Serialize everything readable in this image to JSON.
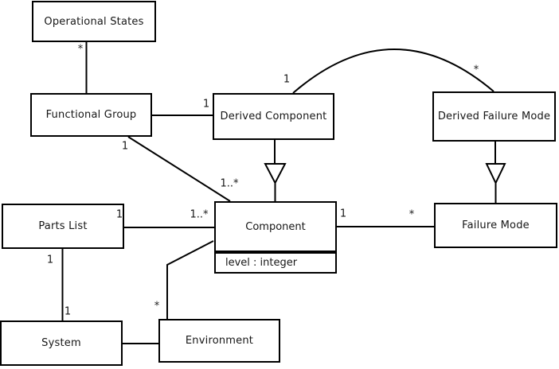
{
  "diagram_type": "uml-class-diagram",
  "colors": {
    "background": "#ffffff",
    "line": "#000000",
    "text": "#161616",
    "box_fill": "#ffffff"
  },
  "classes": {
    "operational_states": {
      "name": "Operational States"
    },
    "functional_group": {
      "name": "Functional Group"
    },
    "derived_component": {
      "name": "Derived Component"
    },
    "derived_failure_mode": {
      "name": "Derived Failure Mode"
    },
    "parts_list": {
      "name": "Parts List"
    },
    "component": {
      "name": "Component",
      "attribute": "level : integer"
    },
    "failure_mode": {
      "name": "Failure Mode"
    },
    "system": {
      "name": "System"
    },
    "environment": {
      "name": "Environment"
    }
  },
  "multiplicities": {
    "operational_states_end": "*",
    "functional_group_diag_end": "1",
    "derived_component_assoc_end": "1",
    "derived_component_curve_end": "1",
    "derived_failure_mode_curve_end": "*",
    "component_from_functional_group": "1..*",
    "component_from_parts_list": "1..*",
    "parts_list_component_end": "1",
    "parts_list_system_end": "1",
    "system_vert_end": "1",
    "environment_vert_end": "*",
    "component_failure_mode_end": "1",
    "failure_mode_assoc_end": "*"
  },
  "relationships": [
    {
      "from": "Functional Group",
      "to": "Operational States",
      "type": "association",
      "to_multiplicity": "*"
    },
    {
      "from": "Functional Group",
      "to": "Derived Component",
      "type": "association",
      "to_multiplicity": "1"
    },
    {
      "from": "Functional Group",
      "to": "Component",
      "type": "association",
      "from_multiplicity": "1",
      "to_multiplicity": "1..*"
    },
    {
      "from": "Derived Component",
      "to": "Component",
      "type": "generalization"
    },
    {
      "from": "Derived Component",
      "to": "Derived Failure Mode",
      "type": "association",
      "from_multiplicity": "1",
      "to_multiplicity": "*"
    },
    {
      "from": "Derived Failure Mode",
      "to": "Failure Mode",
      "type": "generalization"
    },
    {
      "from": "Parts List",
      "to": "Component",
      "type": "association",
      "from_multiplicity": "1",
      "to_multiplicity": "1..*"
    },
    {
      "from": "Parts List",
      "to": "System",
      "type": "association",
      "from_multiplicity": "1",
      "to_multiplicity": "1"
    },
    {
      "from": "System",
      "to": "Environment",
      "type": "association"
    },
    {
      "from": "Environment",
      "to": "Component",
      "type": "association",
      "from_multiplicity": "*"
    }
  ]
}
